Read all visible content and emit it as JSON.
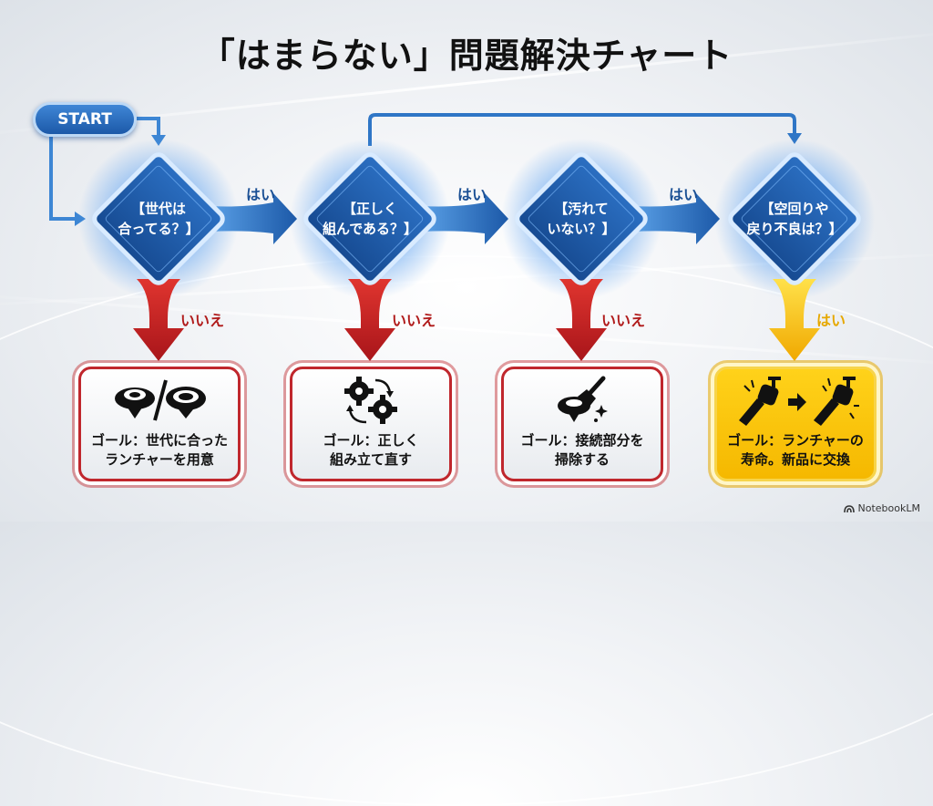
{
  "title": "「はまらない」問題解決チャート",
  "start": {
    "label": "START"
  },
  "decisions": [
    {
      "line1": "【世代は",
      "line2": "合ってる？】"
    },
    {
      "line1": "【正しく",
      "line2": "組んである？】"
    },
    {
      "line1": "【汚れて",
      "line2": "いない？】"
    },
    {
      "line1": "【空回りや",
      "line2": "戻り不良は？】"
    }
  ],
  "edges": {
    "yes_labels": [
      "はい",
      "はい",
      "はい"
    ],
    "down_labels": [
      "いいえ",
      "いいえ",
      "いいえ",
      "はい"
    ]
  },
  "goals": [
    {
      "icon": "beyblade-generations-icon",
      "line1": "ゴール：世代に合った",
      "line2": "ランチャーを用意"
    },
    {
      "icon": "gears-reassemble-icon",
      "line1": "ゴール：正しく",
      "line2": "組み立て直す"
    },
    {
      "icon": "cleaning-brush-icon",
      "line1": "ゴール：接続部分を",
      "line2": "掃除する"
    },
    {
      "icon": "launcher-replace-icon",
      "line1": "ゴール：ランチャーの",
      "line2": "寿命。新品に交換"
    }
  ],
  "colors": {
    "blue": "#1c59a8",
    "red": "#c0272d",
    "gold": "#f5b800"
  },
  "brand": "NotebookLM"
}
